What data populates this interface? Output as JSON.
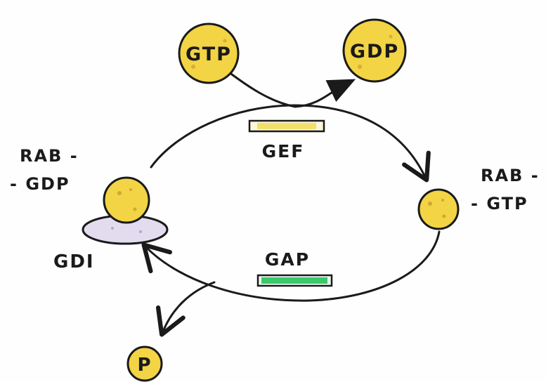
{
  "labels": {
    "gtp_ball": "GTP",
    "gdp_ball": "GDP",
    "gef": "GEF",
    "gap": "GAP",
    "rab_gdp_line1": "RAB -",
    "rab_gdp_line2": "- GDP",
    "rab_gtp_line1": "RAB -",
    "rab_gtp_line2": "- GTP",
    "gdi": "GDI",
    "phosphate": "P"
  },
  "colors": {
    "ink": "#1a1a1a",
    "ball_fill": "#f2d445",
    "ball_speck": "#c9912a",
    "gef_fill": "#f3e06a",
    "gap_fill": "#39c96a",
    "gdi_fill": "#e3dcef"
  }
}
